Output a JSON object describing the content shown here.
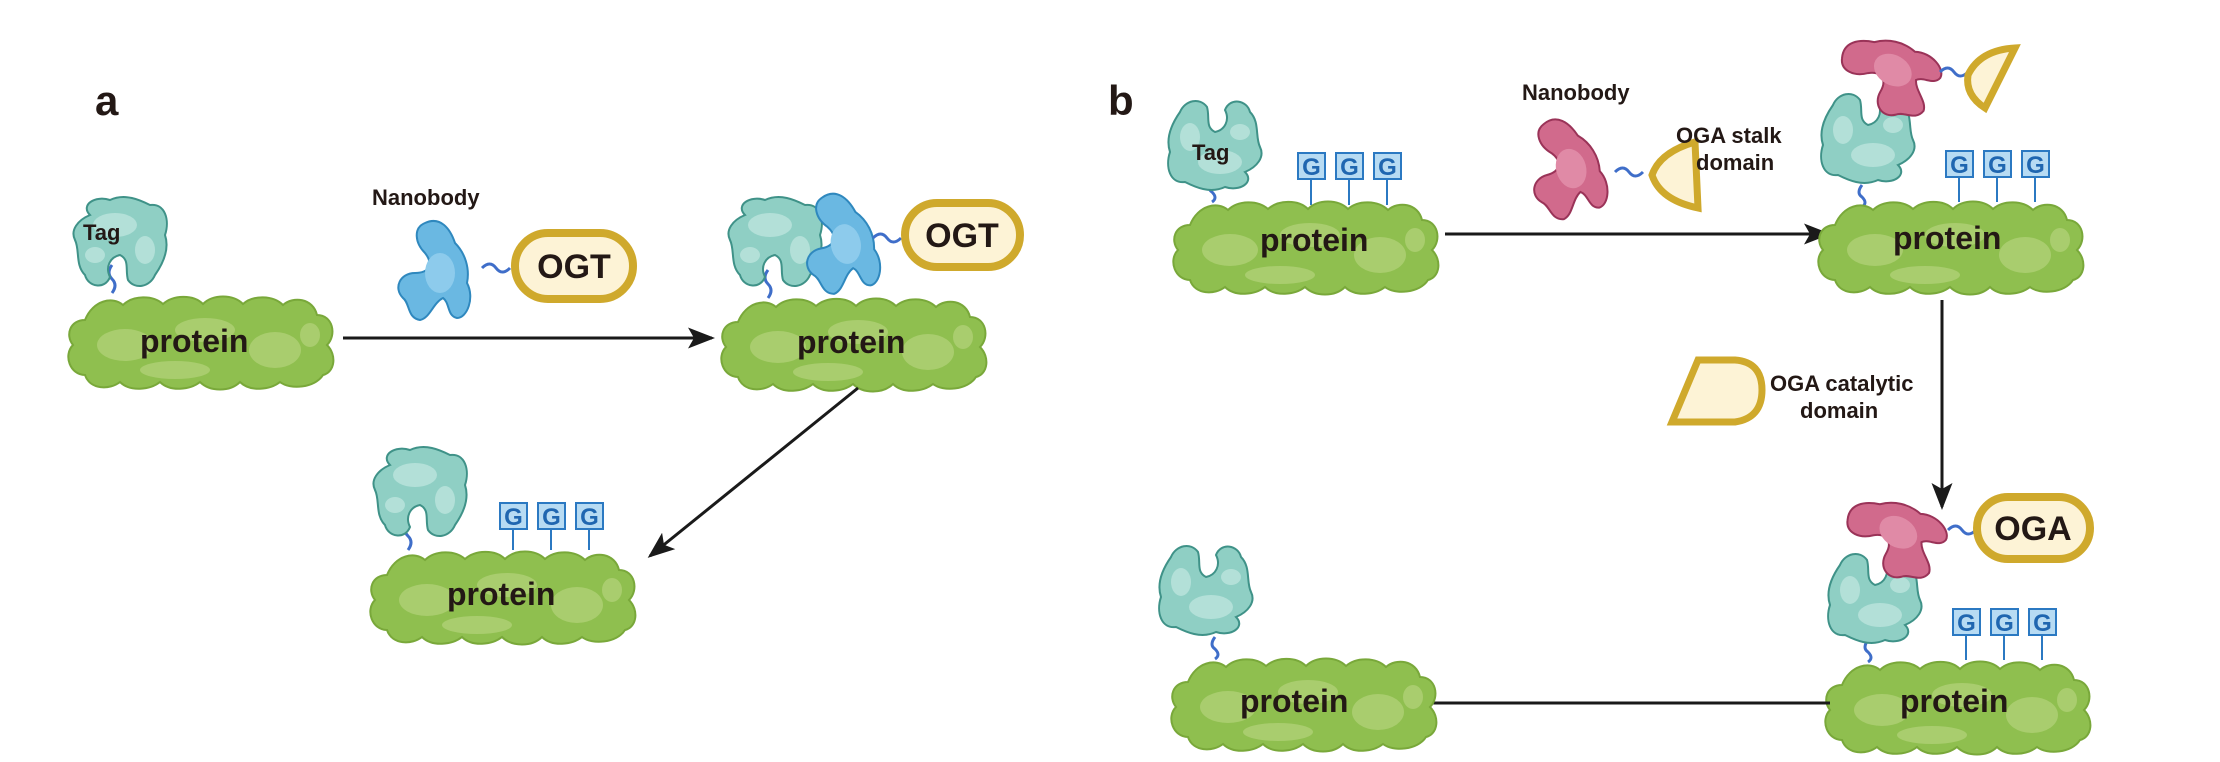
{
  "colors": {
    "protein_fill": "#8fbf4f",
    "protein_light": "#a9cd6e",
    "protein_stroke": "#79a83a",
    "tag_fill": "#8fcfc4",
    "tag_light": "#b3e0d8",
    "tag_stroke": "#3f9288",
    "nanobody_blue_fill": "#6ab8e2",
    "nanobody_blue_stroke": "#2f88be",
    "nanobody_pink_fill": "#d16a8c",
    "nanobody_pink_stroke": "#9a3358",
    "enzyme_fill": "#fdf3d6",
    "enzyme_stroke": "#cfa92c",
    "linker": "#3f6ec9",
    "g_fill": "#b7dbf3",
    "g_stroke": "#2b79c2",
    "arrow": "#1a1a1a",
    "text": "#231815"
  },
  "panel_a": {
    "letter": "a",
    "step1": {
      "tag_label": "Tag",
      "protein_label": "protein"
    },
    "reagent": {
      "nanobody_label": "Nanobody",
      "enzyme_label": "OGT"
    },
    "step2": {
      "protein_label": "protein",
      "enzyme_label": "OGT"
    },
    "step3": {
      "protein_label": "protein",
      "glyco_marks": [
        "G",
        "G",
        "G"
      ]
    }
  },
  "panel_b": {
    "letter": "b",
    "step1": {
      "tag_label": "Tag",
      "protein_label": "protein",
      "glyco_marks": [
        "G",
        "G",
        "G"
      ]
    },
    "reagent": {
      "nanobody_label": "Nanobody",
      "stalk_label_line1": "OGA stalk",
      "stalk_label_line2": "domain"
    },
    "step2": {
      "protein_label": "protein",
      "glyco_marks": [
        "G",
        "G",
        "G"
      ]
    },
    "catalytic": {
      "label_line1": "OGA catalytic",
      "label_line2": "domain"
    },
    "step3": {
      "protein_label": "protein",
      "enzyme_label": "OGA",
      "glyco_marks": [
        "G",
        "G",
        "G"
      ]
    },
    "step4": {
      "protein_label": "protein"
    }
  }
}
